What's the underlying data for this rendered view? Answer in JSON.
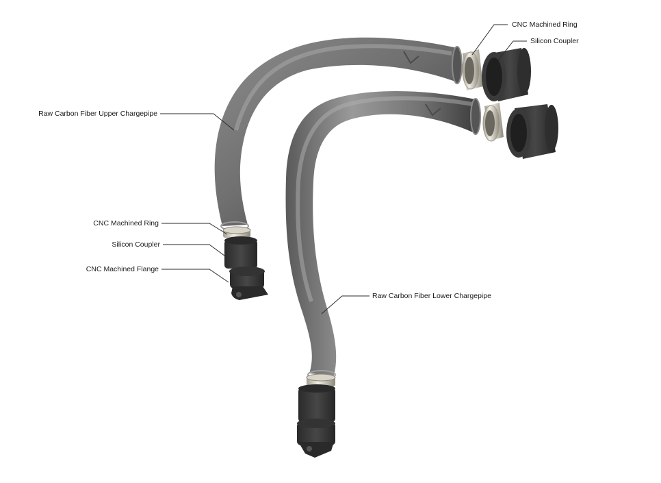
{
  "diagram": {
    "colors": {
      "background": "#ffffff",
      "pipe_mid": "#6e6e6e",
      "pipe_light": "#9a9a9a",
      "pipe_dark": "#3a3a3a",
      "ring_light": "#ece8dc",
      "ring_dark": "#8a8678",
      "coupler": "#3b3b3b",
      "coupler_dark": "#242424",
      "leader_line": "#2a2a2a",
      "label_text": "#1a1a1a"
    },
    "labels": {
      "top_ring": "CNC Machined Ring",
      "top_coupler": "Silicon Coupler",
      "upper_pipe": "Raw Carbon Fiber Upper Chargepipe",
      "left_ring": "CNC Machined Ring",
      "left_coupler": "Silicon Coupler",
      "left_flange": "CNC Machined Flange",
      "lower_pipe": "Raw Carbon Fiber Lower Chargepipe"
    }
  }
}
